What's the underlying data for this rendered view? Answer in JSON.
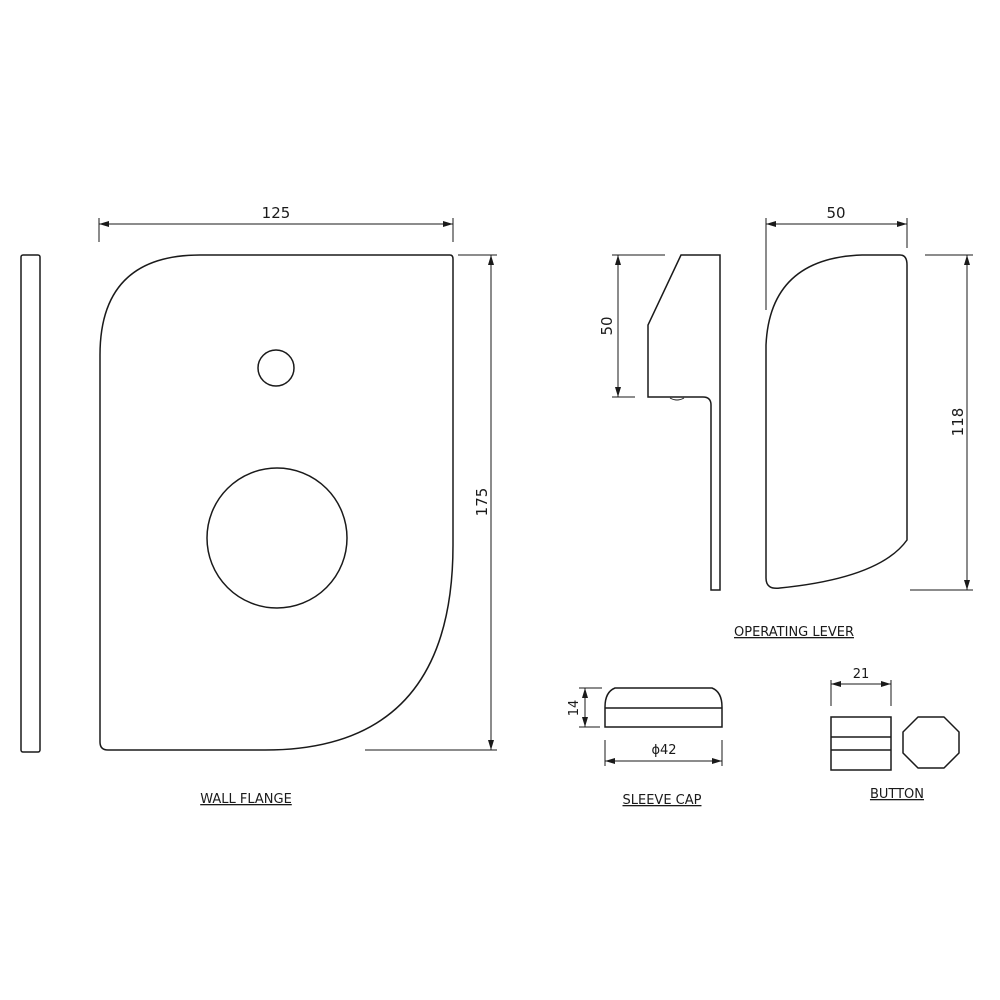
{
  "colors": {
    "line": "#1a1a1a",
    "background": "#ffffff"
  },
  "wall_flange": {
    "label": "WALL FLANGE",
    "width": "125",
    "height": "175"
  },
  "operating_lever": {
    "label": "OPERATING LEVER",
    "side_height": "50",
    "front_width": "50",
    "front_height": "118"
  },
  "sleeve_cap": {
    "label": "SLEEVE CAP",
    "height": "14",
    "diameter": "ϕ42"
  },
  "button": {
    "label": "BUTTON",
    "width": "21"
  }
}
